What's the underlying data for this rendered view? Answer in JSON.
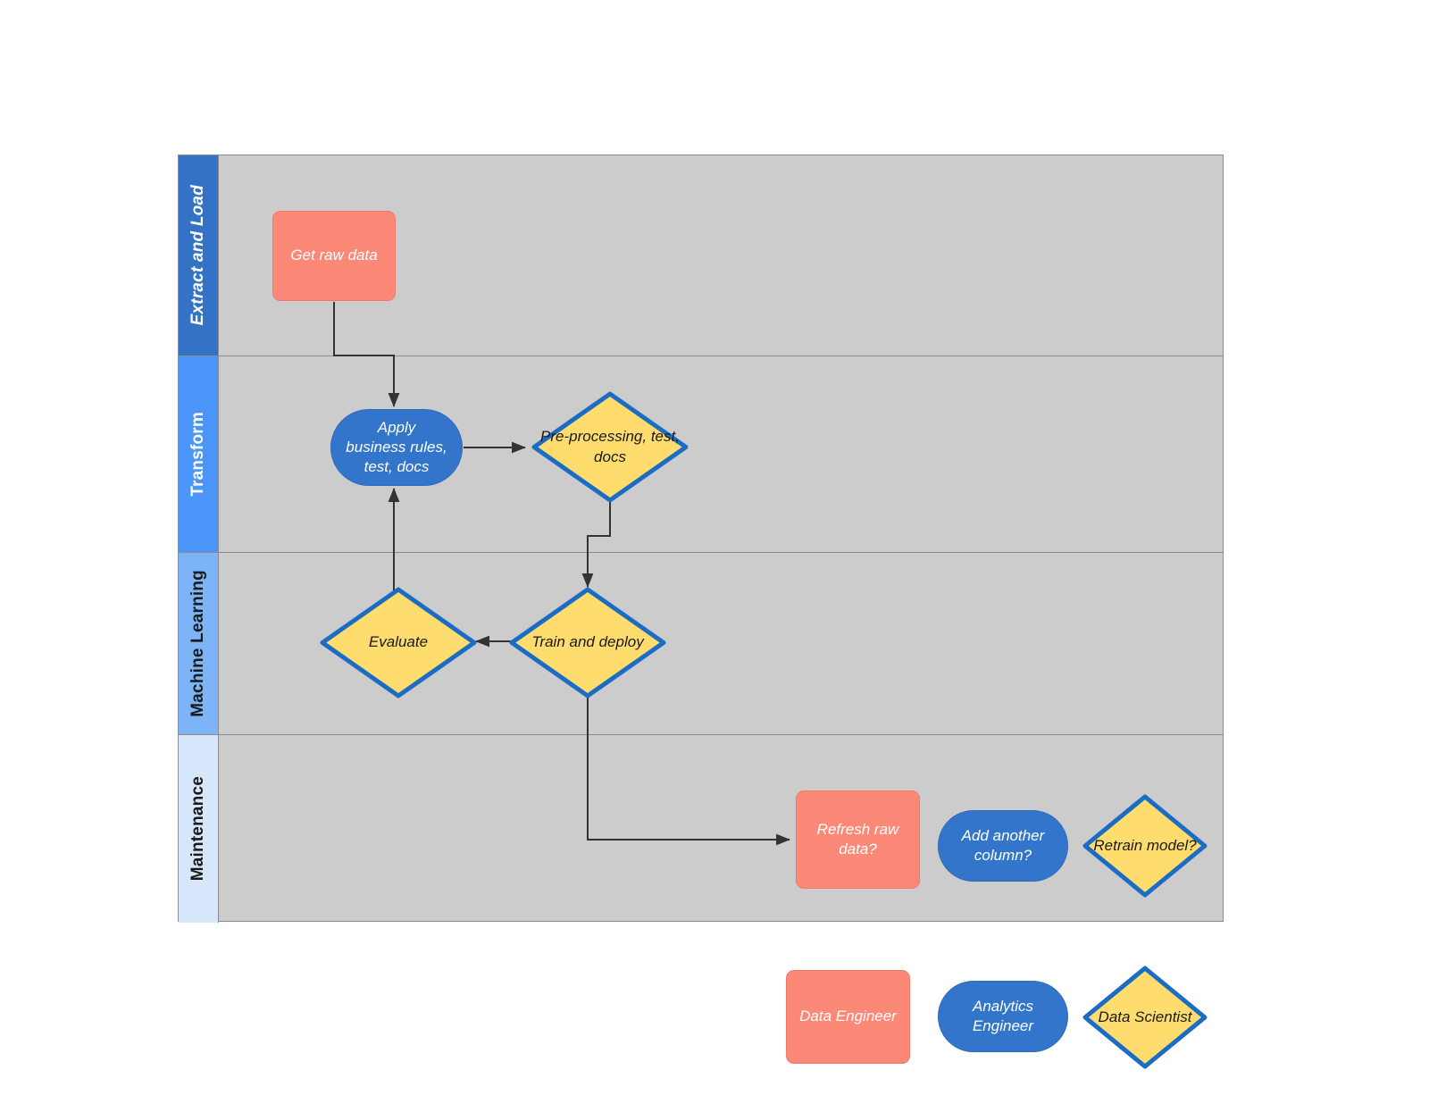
{
  "diagram": {
    "type": "swimlane-flowchart",
    "pool_background": "#cccccc",
    "pool_border": "#8c8c8c"
  },
  "lanes": [
    {
      "id": "extract-and-load",
      "label": "Extract and Load",
      "header_color": "#3372c4",
      "text_color": "#ffffff",
      "italic": true
    },
    {
      "id": "transform",
      "label": "Transform",
      "header_color": "#4a95f7",
      "text_color": "#ffffff",
      "italic": false
    },
    {
      "id": "machine-learning",
      "label": "Machine Learning",
      "header_color": "#7db4f7",
      "text_color": "#1a1a1a",
      "italic": false
    },
    {
      "id": "maintenance",
      "label": "Maintenance",
      "header_color": "#d7e7fb",
      "text_color": "#1a1a1a",
      "italic": false
    }
  ],
  "nodes": [
    {
      "id": "get-raw-data",
      "label": "Get raw data",
      "shape": "rect",
      "lane": "extract-and-load",
      "fill": "#fc8878",
      "text": "#ffffff"
    },
    {
      "id": "apply-business-rules",
      "label": "Apply business rules, test, docs",
      "shape": "pill",
      "lane": "transform",
      "fill": "#3375ca",
      "text": "#ffffff"
    },
    {
      "id": "pre-processing",
      "label": "Pre-processing, test, docs",
      "shape": "diamond",
      "lane": "transform",
      "fill": "#ffdc6e",
      "text": "#1a1a1a"
    },
    {
      "id": "evaluate",
      "label": "Evaluate",
      "shape": "diamond",
      "lane": "machine-learning",
      "fill": "#ffdc6e",
      "text": "#1a1a1a"
    },
    {
      "id": "train-and-deploy",
      "label": "Train and deploy",
      "shape": "diamond",
      "lane": "machine-learning",
      "fill": "#ffdc6e",
      "text": "#1a1a1a"
    },
    {
      "id": "refresh-raw-data",
      "label": "Refresh raw data?",
      "shape": "rect",
      "lane": "maintenance",
      "fill": "#fc8878",
      "text": "#ffffff"
    },
    {
      "id": "add-another-column",
      "label": "Add another column?",
      "shape": "pill",
      "lane": "maintenance",
      "fill": "#3375ca",
      "text": "#ffffff"
    },
    {
      "id": "retrain-model",
      "label": "Retrain model?",
      "shape": "diamond",
      "lane": "maintenance",
      "fill": "#ffdc6e",
      "text": "#1a1a1a"
    }
  ],
  "edges": [
    {
      "from": "get-raw-data",
      "to": "apply-business-rules"
    },
    {
      "from": "apply-business-rules",
      "to": "pre-processing"
    },
    {
      "from": "pre-processing",
      "to": "train-and-deploy"
    },
    {
      "from": "train-and-deploy",
      "to": "evaluate"
    },
    {
      "from": "evaluate",
      "to": "apply-business-rules"
    },
    {
      "from": "train-and-deploy",
      "to": "refresh-raw-data"
    }
  ],
  "legend": {
    "items": [
      {
        "id": "data-engineer",
        "label": "Data Engineer",
        "shape": "rect",
        "fill": "#fc8878",
        "text": "#ffffff"
      },
      {
        "id": "analytics-engineer",
        "label": "Analytics Engineer",
        "shape": "pill",
        "fill": "#3375ca",
        "text": "#ffffff"
      },
      {
        "id": "data-scientist",
        "label": "Data Scientist",
        "shape": "diamond",
        "fill": "#ffdc6e",
        "text": "#1a1a1a"
      }
    ]
  }
}
